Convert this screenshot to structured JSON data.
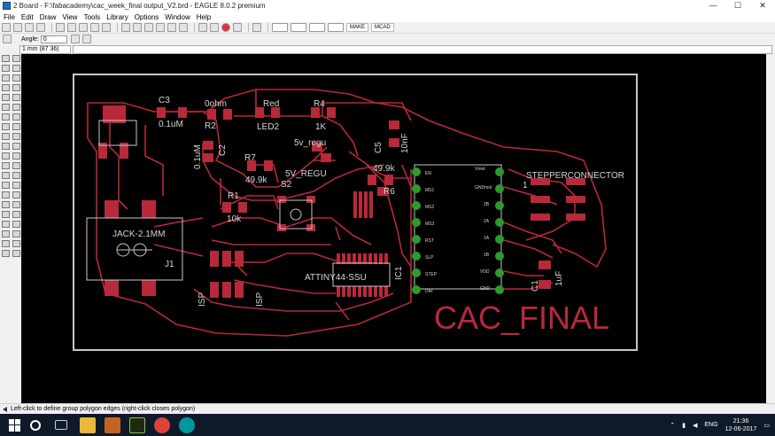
{
  "window": {
    "title": "2 Board - F:\\fabacademy\\cac_week_final output_V2.brd - EAGLE 8.0.2 premium",
    "minimize": "—",
    "maximize": "☐",
    "close": "✕"
  },
  "menu": [
    "File",
    "Edit",
    "Draw",
    "View",
    "Tools",
    "Library",
    "Options",
    "Window",
    "Help"
  ],
  "toolbar": {
    "brands": [
      "MAKE",
      "MCAD"
    ],
    "angle_label": "Angle:",
    "angle_value": "0"
  },
  "coords": "1 mm (87 36)",
  "board": {
    "title": "CAC_FINAL",
    "labels": {
      "c3": "C3",
      "c3val": "0.1uM",
      "ohm": "0ohm",
      "r2": "R2",
      "c2": "C2",
      "c2val": "0.1uM",
      "red": "Red",
      "led2": "LED2",
      "r4": "R4",
      "r4val": "1K",
      "reg": "5v_regu",
      "reg2": "5V_REGU",
      "c5": "C5",
      "c5val": "10nF",
      "r7": "R7",
      "r7val": "49.9k",
      "s2": "S2",
      "r6val": "49.9k",
      "r6": "R6",
      "r1": "R1",
      "r1val": "10k",
      "jack": "JACK-2.1MM",
      "j1": "J1",
      "isp1": "ISP",
      "isp2": "ISP",
      "attiny": "ATTINY44-SSU",
      "ic": "IC1",
      "stepper": "STEPPERCONNECTOR",
      "pin1": "1",
      "c1": "C1",
      "c1val": "1uF"
    },
    "driver_pins_left": [
      "EN",
      "MS1",
      "MS2",
      "MS3",
      "RST",
      "SLP",
      "STEP",
      "DIR"
    ],
    "driver_pins_right": [
      "Vmot",
      "GNDmot",
      "2B",
      "2A",
      "1A",
      "1B",
      "VDD",
      "GND"
    ]
  },
  "status": "Left-click to define group polygon edges (right-click closes polygon)",
  "tray": {
    "lang": "ENG",
    "time": "21:36",
    "date": "12-06-2017"
  },
  "colors": {
    "board_bg": "#000000",
    "trace": "#b8293a",
    "pad": "#b8293a",
    "outline": "#c8c8c8",
    "text": "#d6d6d6",
    "title": "#b8293a"
  }
}
